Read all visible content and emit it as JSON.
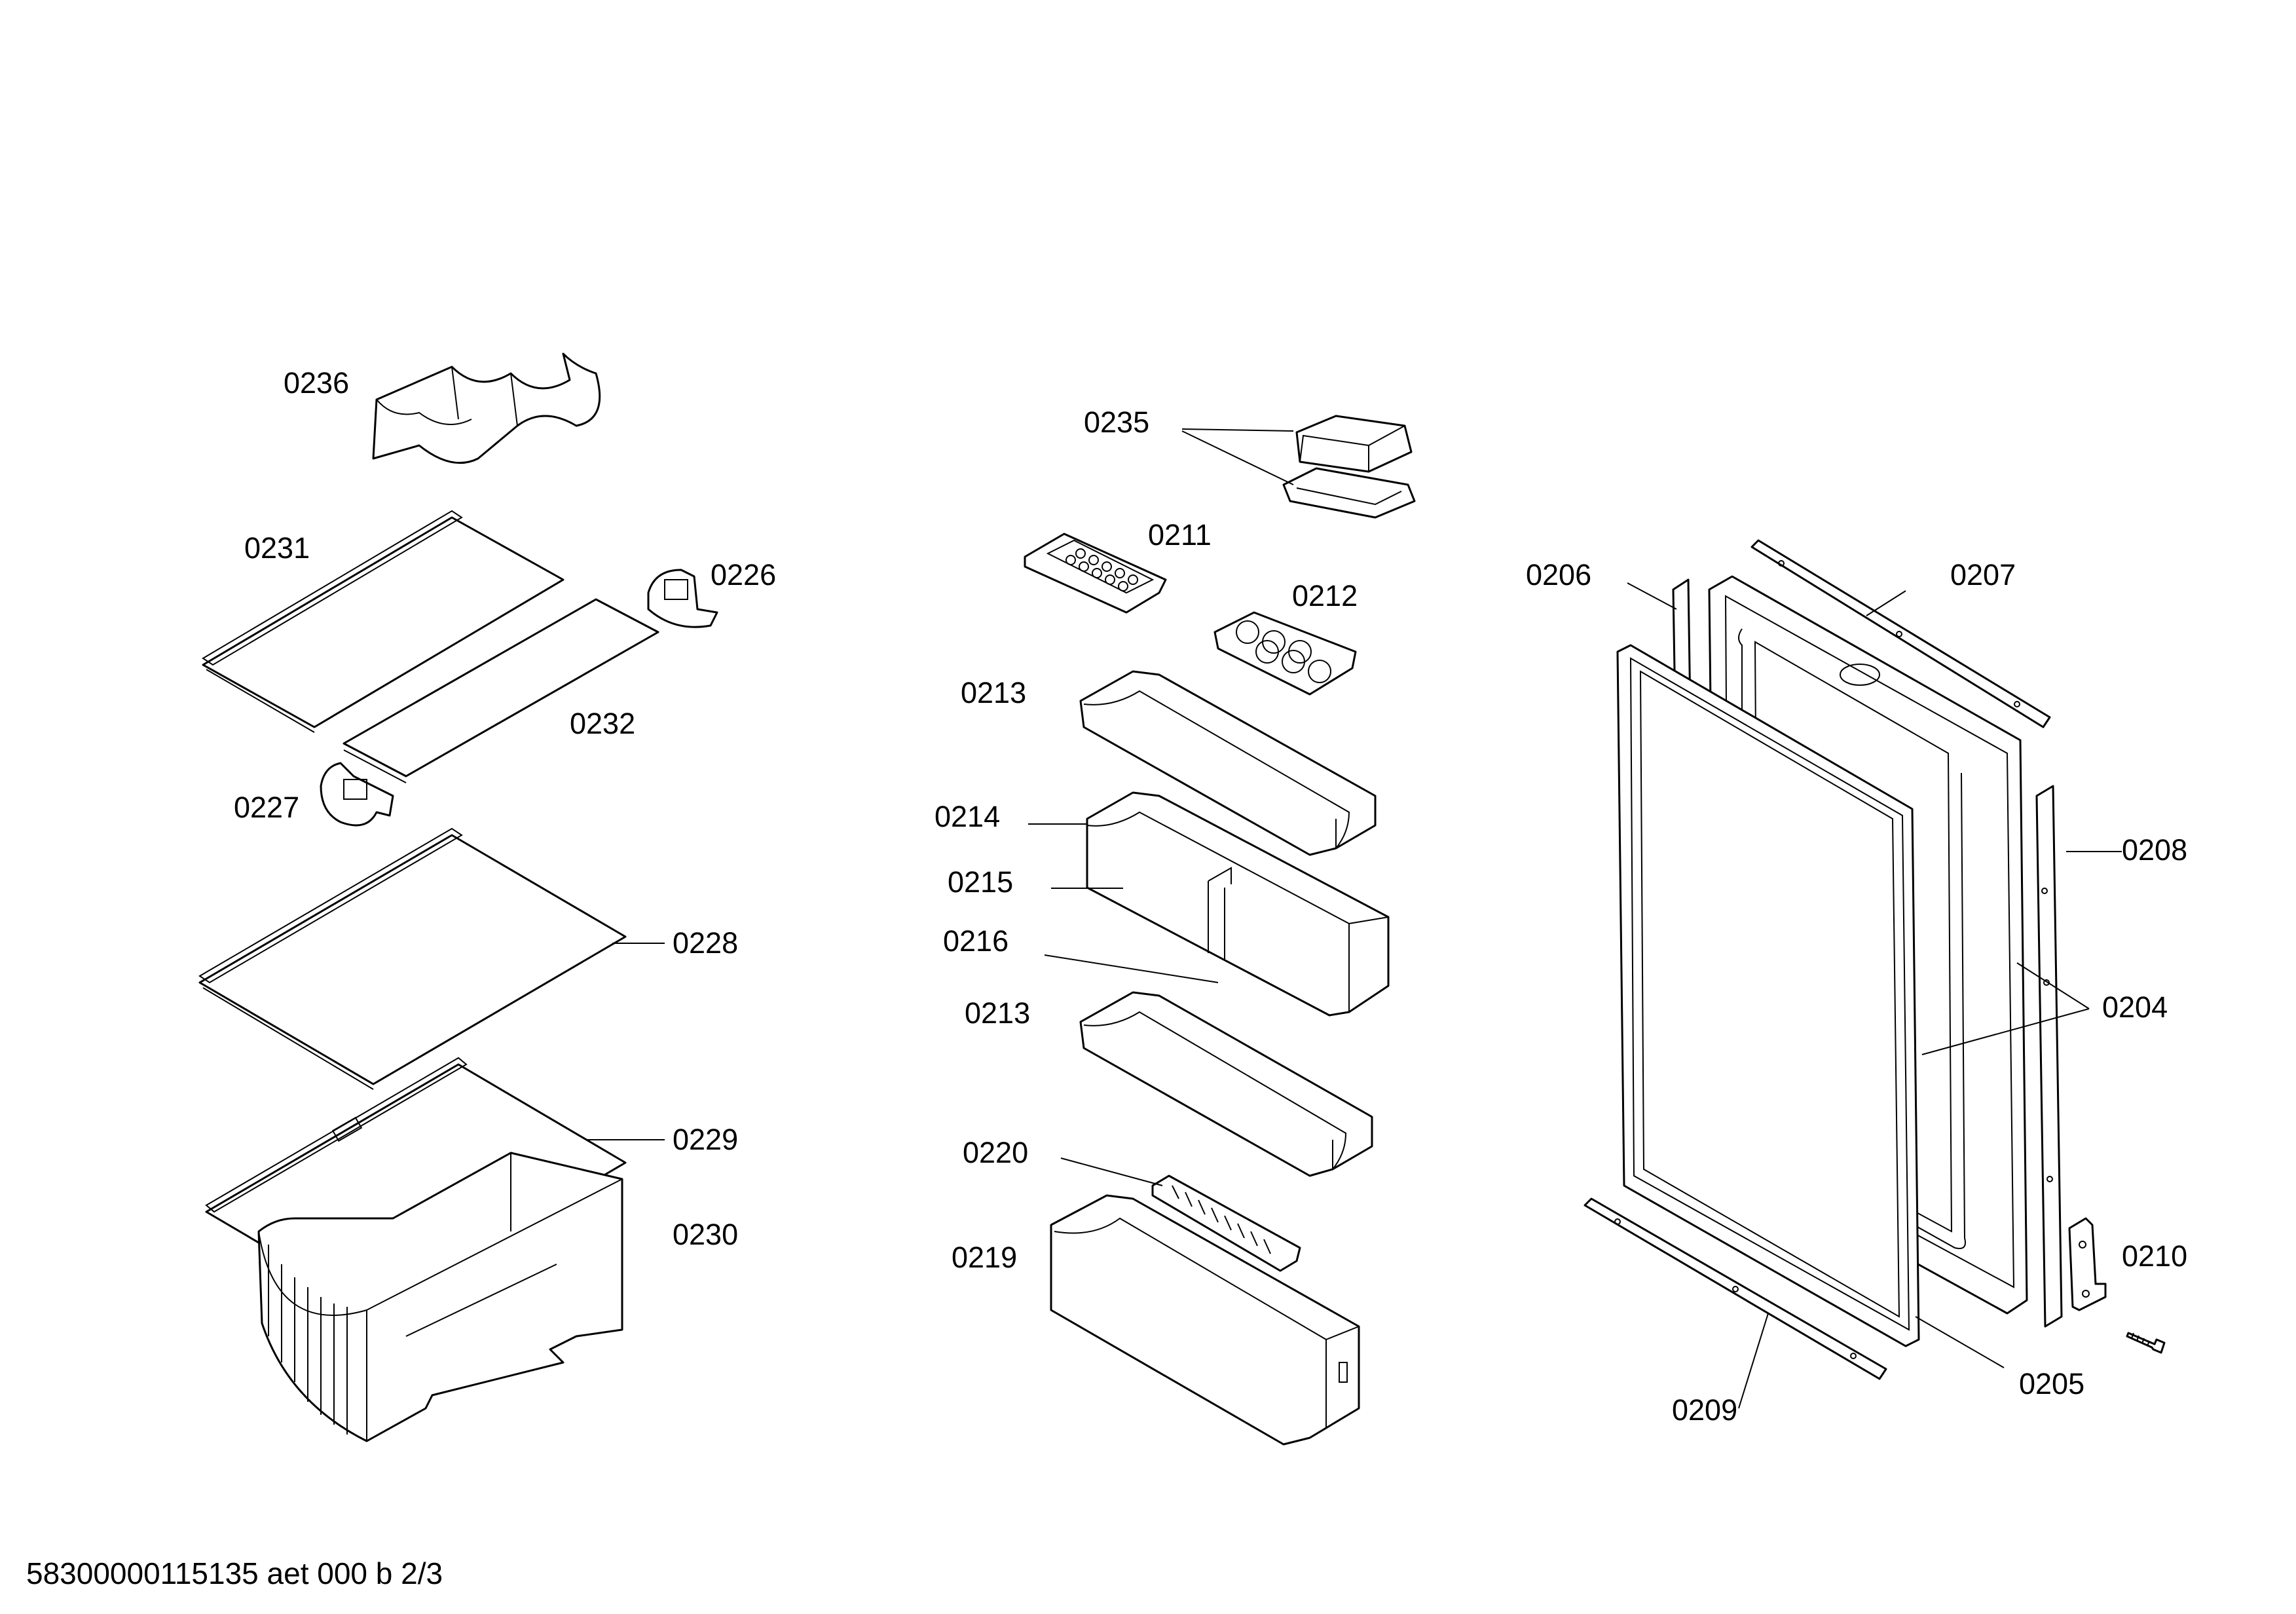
{
  "footer_text": "58300000115135 aet 000 b 2/3",
  "labels": {
    "p0236": "0236",
    "p0231": "0231",
    "p0226": "0226",
    "p0232": "0232",
    "p0227": "0227",
    "p0228": "0228",
    "p0229": "0229",
    "p0230": "0230",
    "p0235": "0235",
    "p0211": "0211",
    "p0212": "0212",
    "p0213a": "0213",
    "p0214": "0214",
    "p0215": "0215",
    "p0216": "0216",
    "p0213b": "0213",
    "p0220": "0220",
    "p0219": "0219",
    "p0206": "0206",
    "p0207": "0207",
    "p0208": "0208",
    "p0204": "0204",
    "p0210": "0210",
    "p0205": "0205",
    "p0209": "0209"
  }
}
